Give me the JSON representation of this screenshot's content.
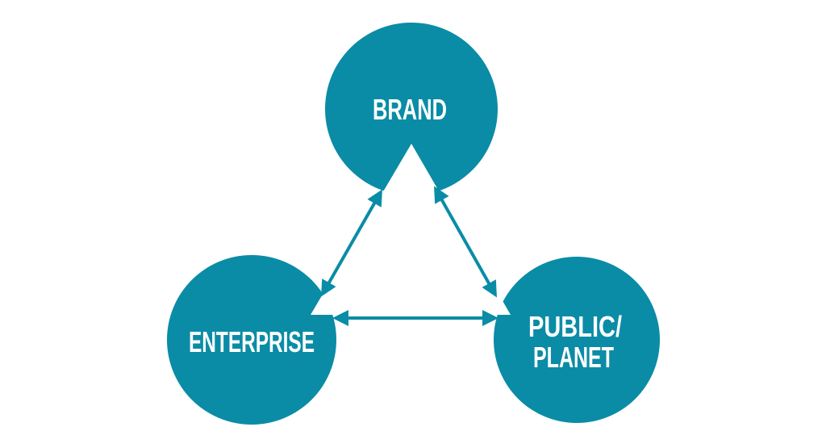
{
  "colors": {
    "node_fill": "#0a8ca6",
    "arrow": "#0a8ca6",
    "center_triangle": "#ffffff",
    "label": "#ffffff"
  },
  "nodes": {
    "brand": {
      "label": "BRAND"
    },
    "enterprise": {
      "label": "ENTERPRISE"
    },
    "public": {
      "label_line1": "PUBLIC/",
      "label_line2": "PLANET"
    }
  },
  "edges": [
    {
      "from": "brand",
      "to": "enterprise",
      "direction": "both"
    },
    {
      "from": "brand",
      "to": "public",
      "direction": "both"
    },
    {
      "from": "enterprise",
      "to": "public",
      "direction": "both"
    }
  ]
}
